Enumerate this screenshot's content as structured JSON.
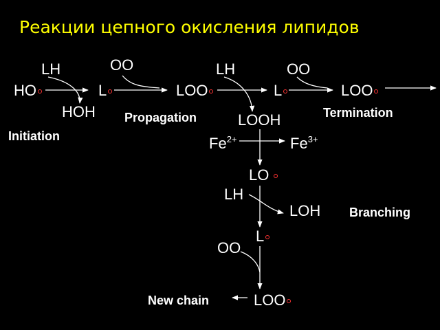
{
  "title": "Реакции цепного окисления липидов",
  "species": {
    "lh1": "LH",
    "ho": "HO",
    "hoh": "HOH",
    "l1": "L",
    "oo1": "OO",
    "loo1": "LOO",
    "lh2": "LH",
    "l2": "L",
    "oo2": "OO",
    "loo2": "LOO",
    "looh": "LOOH",
    "lo": "LO",
    "lh3": "LH",
    "loh": "LOH",
    "l3": "L",
    "oo3": "OO",
    "loo3": "LOO"
  },
  "iron": {
    "fe2_base": "Fe",
    "fe2_charge": "2+",
    "fe3_base": "Fe",
    "fe3_charge": "3+"
  },
  "labels": {
    "initiation": "Initiation",
    "propagation": "Propagation",
    "termination": "Termination",
    "branching": "Branching",
    "new_chain": "New chain"
  },
  "colors": {
    "title": "#ffff00",
    "text": "#ffffff",
    "radical_dot": "#ff3333",
    "background": "#000000"
  }
}
